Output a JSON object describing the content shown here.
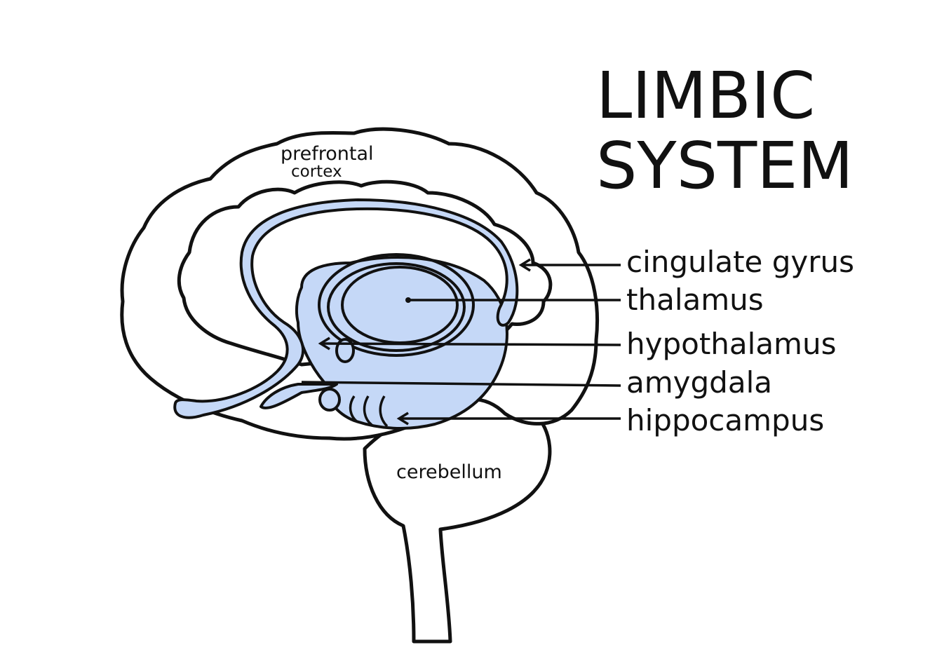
{
  "title": {
    "line1": "LIMBIC",
    "line2": "SYSTEM"
  },
  "regions": {
    "prefrontal_line1": "prefrontal",
    "prefrontal_line2": "cortex",
    "cerebellum": "cerebellum"
  },
  "callouts": [
    {
      "id": "cingulate-gyrus",
      "label": "cingulate gyrus"
    },
    {
      "id": "thalamus",
      "label": "thalamus"
    },
    {
      "id": "hypothalamus",
      "label": "hypothalamus"
    },
    {
      "id": "amygdala",
      "label": "amygdala"
    },
    {
      "id": "hippocampus",
      "label": "hippocampus"
    }
  ],
  "colors": {
    "limbic_fill": "#c5d8f7",
    "outline": "#111111",
    "background": "#ffffff"
  }
}
